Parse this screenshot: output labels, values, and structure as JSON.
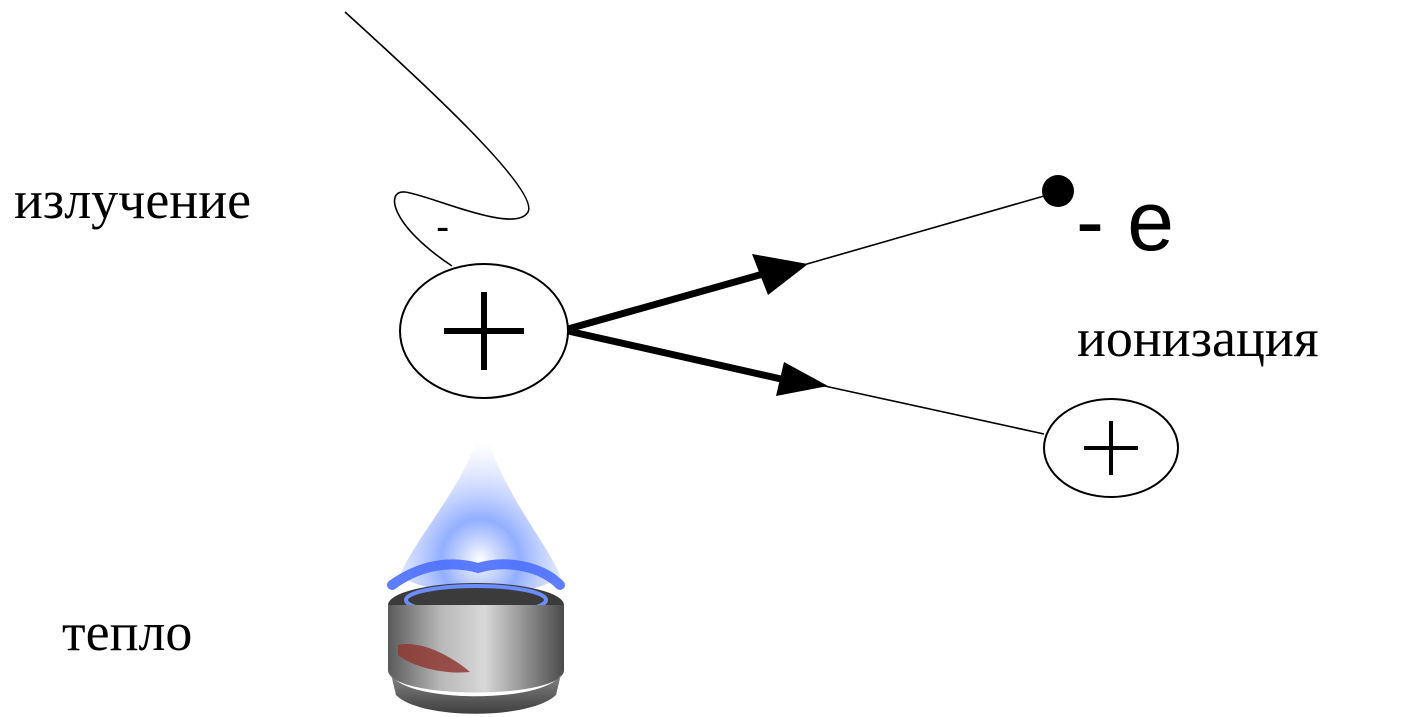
{
  "labels": {
    "radiation": "излучение",
    "heat": "тепло",
    "ionization": "ионизация"
  },
  "symbols": {
    "wave_minus": "-",
    "electron": "- e"
  },
  "icons": {
    "burner": "gas-burner-icon"
  },
  "colors": {
    "ink": "#000000",
    "flame": "#6f8cff",
    "burner_body": "#8f8f8f"
  }
}
